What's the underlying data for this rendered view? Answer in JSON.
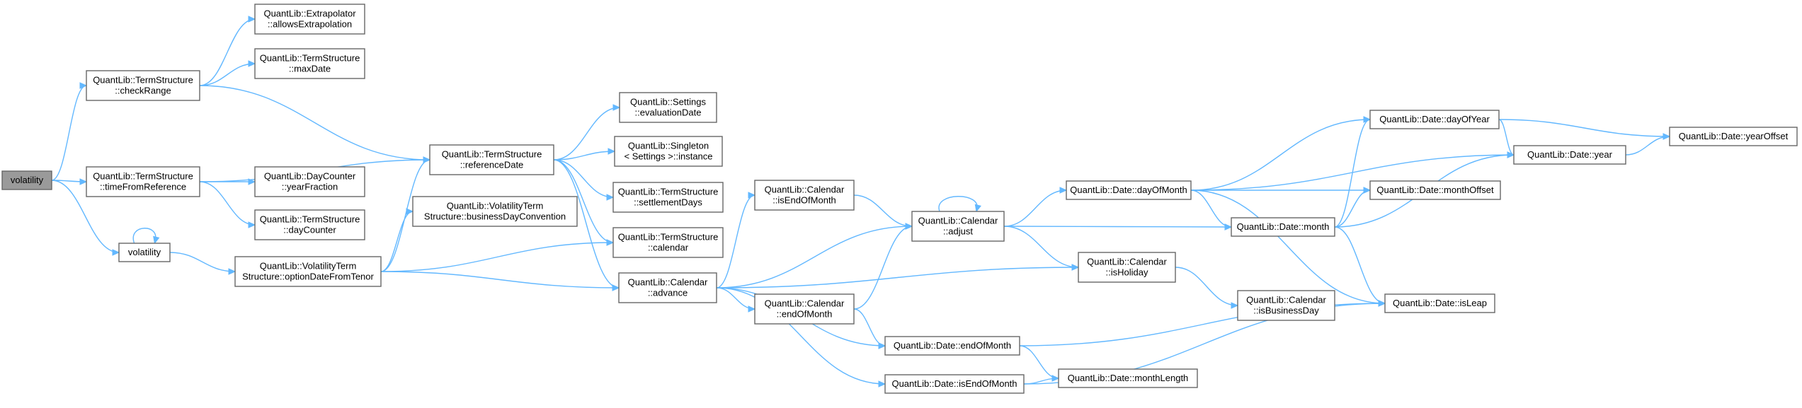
{
  "graph": {
    "nodes": [
      {
        "id": "root",
        "lines": [
          "volatility"
        ],
        "root": true
      },
      {
        "id": "checkRange",
        "lines": [
          "QuantLib::TermStructure",
          "::checkRange"
        ]
      },
      {
        "id": "allowsExtrapolation",
        "lines": [
          "QuantLib::Extrapolator",
          "::allowsExtrapolation"
        ]
      },
      {
        "id": "maxDate",
        "lines": [
          "QuantLib::TermStructure",
          "::maxDate"
        ]
      },
      {
        "id": "timeFromReference",
        "lines": [
          "QuantLib::TermStructure",
          "::timeFromReference"
        ]
      },
      {
        "id": "yearFraction",
        "lines": [
          "QuantLib::DayCounter",
          "::yearFraction"
        ]
      },
      {
        "id": "dayCounter",
        "lines": [
          "QuantLib::TermStructure",
          "::dayCounter"
        ]
      },
      {
        "id": "volatility2",
        "lines": [
          "volatility"
        ]
      },
      {
        "id": "optionDateFromTenor",
        "lines": [
          "QuantLib::VolatilityTerm",
          "Structure::optionDateFromTenor"
        ]
      },
      {
        "id": "referenceDate",
        "lines": [
          "QuantLib::TermStructure",
          "::referenceDate"
        ]
      },
      {
        "id": "businessDayConvention",
        "lines": [
          "QuantLib::VolatilityTerm",
          "Structure::businessDayConvention"
        ]
      },
      {
        "id": "evaluationDate",
        "lines": [
          "QuantLib::Settings",
          "::evaluationDate"
        ]
      },
      {
        "id": "instance",
        "lines": [
          "QuantLib::Singleton",
          "< Settings >::instance"
        ]
      },
      {
        "id": "settlementDays",
        "lines": [
          "QuantLib::TermStructure",
          "::settlementDays"
        ]
      },
      {
        "id": "tsCalendar",
        "lines": [
          "QuantLib::TermStructure",
          "::calendar"
        ]
      },
      {
        "id": "advance",
        "lines": [
          "QuantLib::Calendar",
          "::advance"
        ]
      },
      {
        "id": "isEndOfMonthCal",
        "lines": [
          "QuantLib::Calendar",
          "::isEndOfMonth"
        ]
      },
      {
        "id": "endOfMonthCal",
        "lines": [
          "QuantLib::Calendar",
          "::endOfMonth"
        ]
      },
      {
        "id": "adjust",
        "lines": [
          "QuantLib::Calendar",
          "::adjust"
        ]
      },
      {
        "id": "isHoliday",
        "lines": [
          "QuantLib::Calendar",
          "::isHoliday"
        ]
      },
      {
        "id": "isBusinessDay",
        "lines": [
          "QuantLib::Calendar",
          "::isBusinessDay"
        ]
      },
      {
        "id": "dayOfMonth",
        "lines": [
          "QuantLib::Date::dayOfMonth"
        ]
      },
      {
        "id": "month",
        "lines": [
          "QuantLib::Date::month"
        ]
      },
      {
        "id": "dateEndOfMonth",
        "lines": [
          "QuantLib::Date::endOfMonth"
        ]
      },
      {
        "id": "dateIsEndOfMonth",
        "lines": [
          "QuantLib::Date::isEndOfMonth"
        ]
      },
      {
        "id": "monthLength",
        "lines": [
          "QuantLib::Date::monthLength"
        ]
      },
      {
        "id": "dayOfYear",
        "lines": [
          "QuantLib::Date::dayOfYear"
        ]
      },
      {
        "id": "monthOffset",
        "lines": [
          "QuantLib::Date::monthOffset"
        ]
      },
      {
        "id": "year",
        "lines": [
          "QuantLib::Date::year"
        ]
      },
      {
        "id": "isLeap",
        "lines": [
          "QuantLib::Date::isLeap"
        ]
      },
      {
        "id": "yearOffset",
        "lines": [
          "QuantLib::Date::yearOffset"
        ]
      }
    ],
    "edges": [
      [
        "root",
        "checkRange"
      ],
      [
        "root",
        "timeFromReference"
      ],
      [
        "root",
        "volatility2"
      ],
      [
        "checkRange",
        "allowsExtrapolation"
      ],
      [
        "checkRange",
        "maxDate"
      ],
      [
        "checkRange",
        "referenceDate"
      ],
      [
        "timeFromReference",
        "yearFraction"
      ],
      [
        "timeFromReference",
        "dayCounter"
      ],
      [
        "timeFromReference",
        "referenceDate"
      ],
      [
        "volatility2",
        "volatility2"
      ],
      [
        "volatility2",
        "optionDateFromTenor"
      ],
      [
        "optionDateFromTenor",
        "businessDayConvention"
      ],
      [
        "optionDateFromTenor",
        "referenceDate"
      ],
      [
        "optionDateFromTenor",
        "tsCalendar"
      ],
      [
        "optionDateFromTenor",
        "advance"
      ],
      [
        "referenceDate",
        "evaluationDate"
      ],
      [
        "referenceDate",
        "instance"
      ],
      [
        "referenceDate",
        "settlementDays"
      ],
      [
        "referenceDate",
        "tsCalendar"
      ],
      [
        "referenceDate",
        "advance"
      ],
      [
        "advance",
        "isEndOfMonthCal"
      ],
      [
        "advance",
        "endOfMonthCal"
      ],
      [
        "advance",
        "adjust"
      ],
      [
        "advance",
        "isHoliday"
      ],
      [
        "advance",
        "dateEndOfMonth"
      ],
      [
        "advance",
        "dateIsEndOfMonth"
      ],
      [
        "isEndOfMonthCal",
        "adjust"
      ],
      [
        "endOfMonthCal",
        "adjust"
      ],
      [
        "endOfMonthCal",
        "dateEndOfMonth"
      ],
      [
        "adjust",
        "adjust"
      ],
      [
        "adjust",
        "dayOfMonth"
      ],
      [
        "adjust",
        "isHoliday"
      ],
      [
        "adjust",
        "month"
      ],
      [
        "isHoliday",
        "isBusinessDay"
      ],
      [
        "dayOfMonth",
        "dayOfYear"
      ],
      [
        "dayOfMonth",
        "year"
      ],
      [
        "dayOfMonth",
        "monthOffset"
      ],
      [
        "dayOfMonth",
        "month"
      ],
      [
        "dayOfMonth",
        "isLeap"
      ],
      [
        "month",
        "dayOfYear"
      ],
      [
        "month",
        "monthOffset"
      ],
      [
        "month",
        "year"
      ],
      [
        "month",
        "isLeap"
      ],
      [
        "dayOfYear",
        "yearOffset"
      ],
      [
        "dayOfYear",
        "year"
      ],
      [
        "year",
        "yearOffset"
      ],
      [
        "dateEndOfMonth",
        "monthLength"
      ],
      [
        "dateEndOfMonth",
        "isLeap"
      ],
      [
        "dateIsEndOfMonth",
        "monthLength"
      ],
      [
        "dateIsEndOfMonth",
        "isLeap"
      ]
    ]
  },
  "colors": {
    "edge": "#63b8ff",
    "node_border": "#666666",
    "node_fill": "#ffffff",
    "root_fill": "#9a9a9a"
  }
}
